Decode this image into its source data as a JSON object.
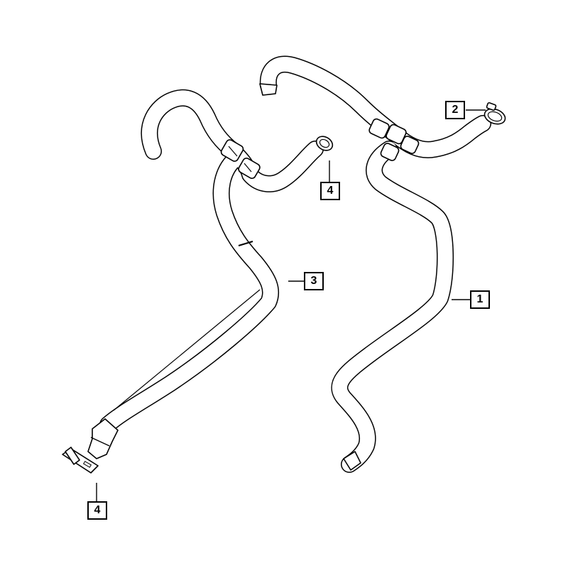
{
  "callouts": [
    {
      "id": "c1",
      "label": "1"
    },
    {
      "id": "c2",
      "label": "2"
    },
    {
      "id": "c3",
      "label": "3"
    },
    {
      "id": "c4a",
      "label": "4"
    },
    {
      "id": "c4b",
      "label": "4"
    }
  ],
  "colors": {
    "line": "#000000",
    "background": "#ffffff"
  }
}
